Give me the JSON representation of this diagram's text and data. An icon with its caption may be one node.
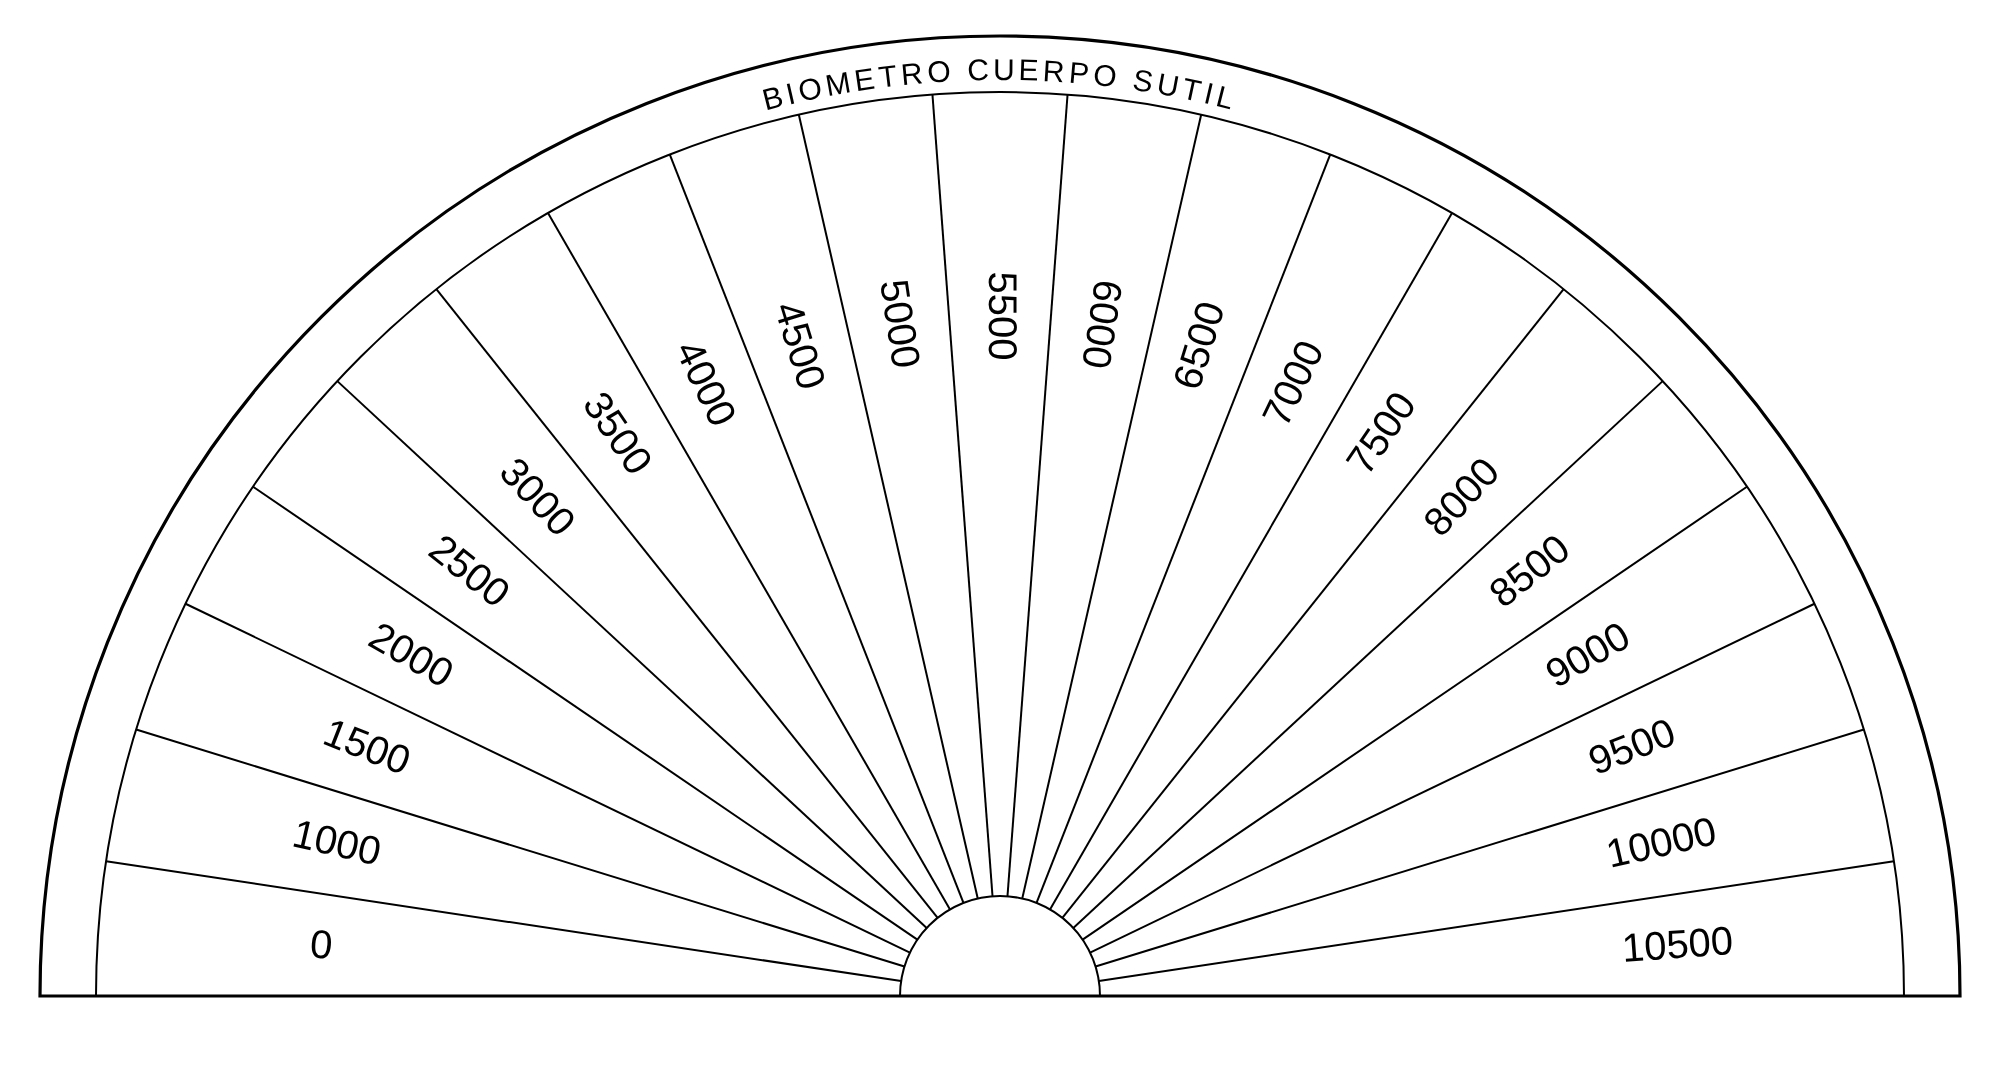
{
  "diagram": {
    "title": "BIOMETRO CUERPO SUTIL",
    "labels": [
      "0",
      "1000",
      "1500",
      "2000",
      "2500",
      "3000",
      "3500",
      "4000",
      "4500",
      "5000",
      "5500",
      "6000",
      "6500",
      "7000",
      "7500",
      "8000",
      "8500",
      "9000",
      "9500",
      "10000",
      "10500"
    ]
  }
}
